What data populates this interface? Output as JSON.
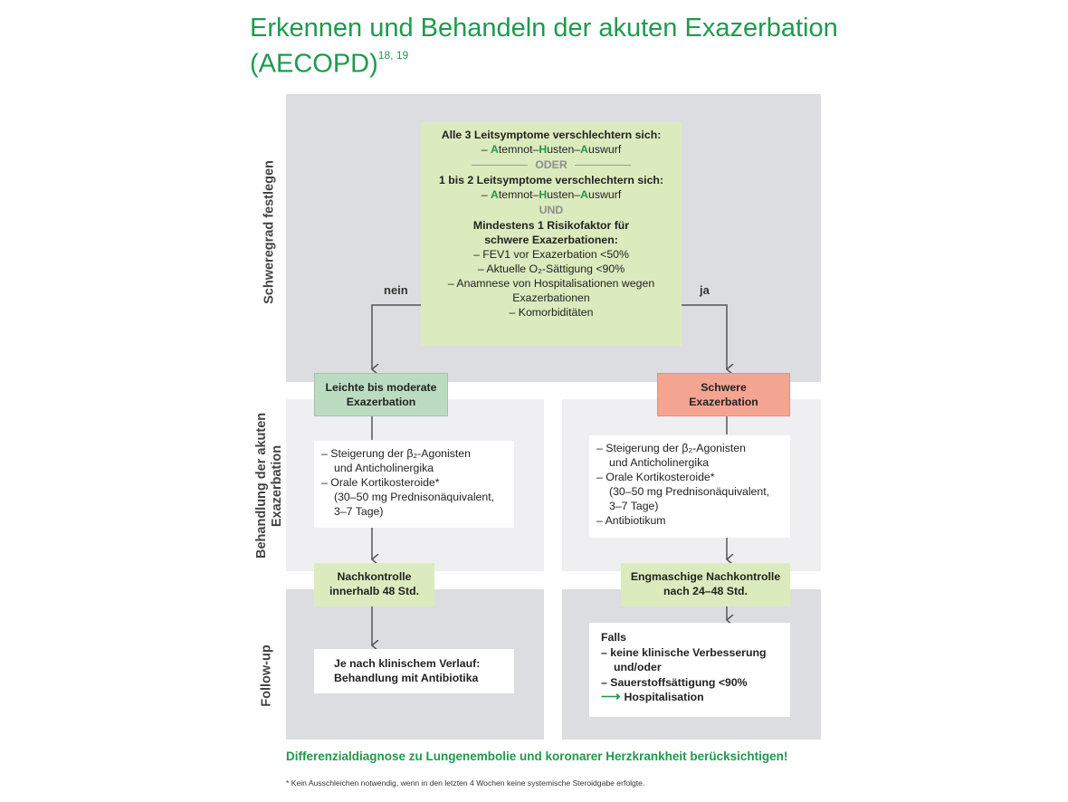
{
  "title": {
    "line1": "Erkennen und Behandeln der akuten Exazerbation",
    "line2": "(AECOPD)",
    "refs": "18, 19"
  },
  "side_labels": {
    "severity": "Schweregrad festlegen",
    "treatment_line1": "Behandlung der akuten",
    "treatment_line2": "Exazerbation",
    "followup": "Follow-up"
  },
  "top_box": {
    "heading1": "Alle 3 Leitsymptome verschlechtern sich:",
    "symptoms": "– Atemnot–Husten–Auswurf",
    "or_label": "ODER",
    "heading2": "1 bis 2 Leitsymptome verschlechtern sich:",
    "symptoms2": "– Atemnot–Husten–Auswurf",
    "and_label": "UND",
    "risk_heading1": "Mindestens 1 Risikofaktor für",
    "risk_heading2": "schwere Exazerbationen:",
    "risk1": "– FEV1 vor Exazerbation <50%",
    "risk2": "– Aktuelle O₂-Sättigung <90%",
    "risk3a": "– Anamnese von Hospitalisationen wegen",
    "risk3b": "Exazerbationen",
    "risk4": "– Komorbiditäten"
  },
  "branch_labels": {
    "no": "nein",
    "yes": "ja"
  },
  "left": {
    "severity_line1": "Leichte bis moderate",
    "severity_line2": "Exazerbation",
    "treatment": [
      "– Steigerung der β₂-Agonisten",
      "und Anticholinergika",
      "– Orale Kortikosteroide*",
      "(30–50 mg Prednisonäquivalent,",
      "3–7 Tage)"
    ],
    "followup_line1": "Nachkontrolle",
    "followup_line2": "innerhalb 48 Std.",
    "outcome_line1": "Je nach klinischem Verlauf:",
    "outcome_line2": "Behandlung mit Antibiotika"
  },
  "right": {
    "severity_line1": "Schwere",
    "severity_line2": "Exazerbation",
    "treatment": [
      "– Steigerung der β₂-Agonisten",
      "und Anticholinergika",
      "– Orale Kortikosteroide*",
      "(30–50 mg Prednisonäquivalent,",
      "3–7 Tage)",
      "– Antibiotikum"
    ],
    "followup_line1": "Engmaschige Nachkontrolle",
    "followup_line2": "nach 24–48 Std.",
    "outcome": {
      "line1": "Falls",
      "line2": "– keine klinische Verbesserung",
      "line3": "und/oder",
      "line4": "– Sauerstoffsättigung <90%",
      "line5": "Hospitalisation"
    }
  },
  "bottom_note": "Differenzialdiagnose zu Lungenembolie und koronarer Herzkrankheit berücksichtigen!",
  "footnote": "* Kein Ausschleichen notwendig, wenn in den letzten 4 Wochen keine systemische Steroidgabe erfolgte.",
  "colors": {
    "accent_green": "#1f9a4e",
    "light_green": "#dcebbe",
    "mint": "#bcdcc2",
    "salmon": "#f4a592",
    "panel_dark": "#dcdde1",
    "panel_light": "#efeff1"
  }
}
